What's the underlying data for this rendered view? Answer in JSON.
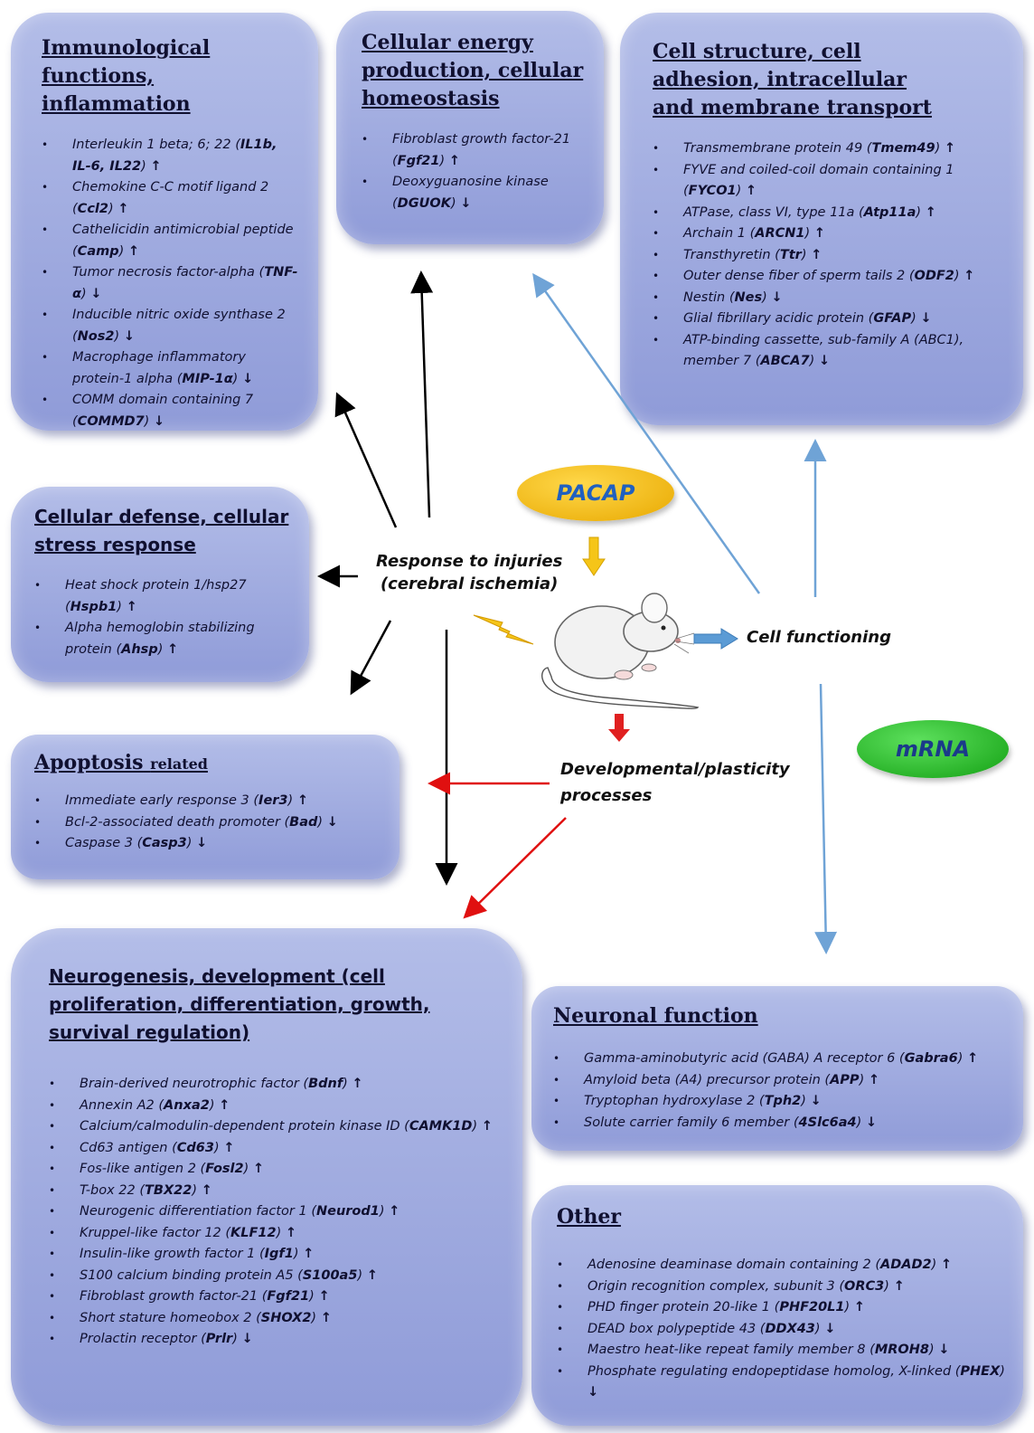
{
  "ovals": {
    "pacap": {
      "text": "PACAP",
      "color": "#f2b500",
      "text_color": "#2060c0"
    },
    "mrna": {
      "text": "mRNA",
      "color": "#1fb81f",
      "text_color": "#1a3a8a"
    }
  },
  "labels": {
    "response": [
      "Response to injuries",
      "(cerebral ischemia)"
    ],
    "cell_functioning": "Cell functioning",
    "developmental": [
      "Developmental/plasticity",
      "processes"
    ]
  },
  "colors": {
    "box_fill": "#9fabe0",
    "arrow_black": "#000000",
    "arrow_blue": "#6fa3d6",
    "arrow_red": "#e01010",
    "arrow_gold": "#f5c518"
  },
  "boxes": {
    "immuno": {
      "title": "Immunological functions, inflammation",
      "items": [
        {
          "text": "Interleukin 1 beta; 6; 22 (",
          "gene": "IL1b, IL-6, IL22",
          "after": ")",
          "dir": "↑"
        },
        {
          "text": "Chemokine C-C motif ligand 2 (",
          "gene": "Ccl2",
          "after": ")",
          "dir": "↑"
        },
        {
          "text": "Cathelicidin antimicrobial peptide (",
          "gene": "Camp",
          "after": ")",
          "dir": "↑"
        },
        {
          "text": "Tumor necrosis factor-alpha (",
          "gene": "TNF-α",
          "after": ")",
          "dir": "↓"
        },
        {
          "text": "Inducible nitric oxide synthase 2 (",
          "gene": "Nos2",
          "after": ")",
          "dir": "↓"
        },
        {
          "text": "Macrophage inflammatory protein-1 alpha (",
          "gene": "MIP-1α",
          "after": ")",
          "dir": "↓"
        },
        {
          "text": "COMM domain containing 7 (",
          "gene": "COMMD7",
          "after": ")",
          "dir": "↓"
        }
      ]
    },
    "energy": {
      "title": "Cellular energy production, cellular homeostasis",
      "items": [
        {
          "text": "Fibroblast growth factor-21 (",
          "gene": "Fgf21",
          "after": ")",
          "dir": "↑"
        },
        {
          "text": "Deoxyguanosine kinase (",
          "gene": "DGUOK",
          "after": ")",
          "dir": "↓"
        }
      ]
    },
    "structure": {
      "title": "Cell structure, cell adhesion, intracellular and membrane transport",
      "items": [
        {
          "text": "Transmembrane protein 49 (",
          "gene": "Tmem49",
          "after": ")",
          "dir": "↑"
        },
        {
          "text": "FYVE and coiled-coil domain containing 1 (",
          "gene": "FYCO1",
          "after": ")",
          "dir": "↑"
        },
        {
          "text": "ATPase, class VI, type 11a (",
          "gene": "Atp11a",
          "after": ")",
          "dir": "↑"
        },
        {
          "text": "Archain 1 (",
          "gene": "ARCN1",
          "after": ")",
          "dir": "↑"
        },
        {
          "text": "Transthyretin (",
          "gene": "Ttr",
          "after": ")",
          "dir": "↑"
        },
        {
          "text": "Outer dense fiber of sperm tails 2 (",
          "gene": "ODF2",
          "after": ")",
          "dir": "↑"
        },
        {
          "text": "Nestin (",
          "gene": "Nes",
          "after": ")",
          "dir": "↓"
        },
        {
          "text": "Glial fibrillary acidic protein (",
          "gene": "GFAP",
          "after": ")",
          "dir": "↓"
        },
        {
          "text": "ATP-binding cassette, sub-family A (ABC1), member 7 (",
          "gene": "ABCA7",
          "after": ")",
          "dir": "↓"
        }
      ]
    },
    "defense": {
      "title": "Cellular defense, cellular stress response",
      "items": [
        {
          "text": "Heat shock protein 1/hsp27 (",
          "gene": "Hspb1",
          "after": ")",
          "dir": "↑"
        },
        {
          "text": "Alpha hemoglobin stabilizing protein (",
          "gene": "Ahsp",
          "after": ")",
          "dir": "↑"
        }
      ]
    },
    "apoptosis": {
      "title": "Apoptosis",
      "title_small": "related",
      "items": [
        {
          "text": "Immediate early response 3 (",
          "gene": "Ier3",
          "after": ")",
          "dir": "↑"
        },
        {
          "text": "Bcl-2-associated death promoter (",
          "gene": "Bad",
          "after": ")",
          "dir": "↓"
        },
        {
          "text": "Caspase 3 (",
          "gene": "Casp3",
          "after": ")",
          "dir": "↓"
        }
      ]
    },
    "neurogenesis": {
      "title": "Neurogenesis, development (cell proliferation, differentiation, growth, survival regulation)",
      "items": [
        {
          "text": "Brain-derived neurotrophic factor (",
          "gene": "Bdnf",
          "after": ")",
          "dir": "↑"
        },
        {
          "text": "Annexin A2 (",
          "gene": "Anxa2",
          "after": ")",
          "dir": "↑"
        },
        {
          "text": "Calcium/calmodulin-dependent protein kinase ID (",
          "gene": "CAMK1D",
          "after": ")",
          "dir": "↑"
        },
        {
          "text": "Cd63 antigen (",
          "gene": "Cd63",
          "after": ")",
          "dir": "↑"
        },
        {
          "text": "Fos-like antigen 2 (",
          "gene": "Fosl2",
          "after": ")",
          "dir": "↑"
        },
        {
          "text": "T-box 22 (",
          "gene": "TBX22",
          "after": ")",
          "dir": "↑"
        },
        {
          "text": "Neurogenic differentiation factor 1 (",
          "gene": "Neurod1",
          "after": ")",
          "dir": "↑"
        },
        {
          "text": "Kruppel-like factor 12 (",
          "gene": "KLF12",
          "after": ")",
          "dir": "↑"
        },
        {
          "text": "Insulin-like growth factor 1 (",
          "gene": "Igf1",
          "after": ")",
          "dir": "↑"
        },
        {
          "text": "S100 calcium binding protein A5 (",
          "gene": "S100a5",
          "after": ")",
          "dir": "↑"
        },
        {
          "text": "Fibroblast growth factor-21 (",
          "gene": "Fgf21",
          "after": ")",
          "dir": "↑"
        },
        {
          "text": "Short stature homeobox 2 (",
          "gene": "SHOX2",
          "after": ")",
          "dir": "↑"
        },
        {
          "text": "Prolactin receptor (",
          "gene": "Prlr",
          "after": ")",
          "dir": "↓"
        }
      ]
    },
    "neuronal": {
      "title": "Neuronal function",
      "items": [
        {
          "text": "Gamma-aminobutyric acid (GABA) A receptor 6 (",
          "gene": "Gabra6",
          "after": ")",
          "dir": "↑"
        },
        {
          "text": "Amyloid beta (A4) precursor protein (",
          "gene": "APP",
          "after": ")",
          "dir": "↑"
        },
        {
          "text": "Tryptophan hydroxylase 2 (",
          "gene": "Tph2",
          "after": ")",
          "dir": "↓"
        },
        {
          "text": "Solute carrier family 6 member (",
          "gene": "4Slc6a4",
          "after": ")",
          "dir": "↓"
        }
      ]
    },
    "other": {
      "title": "Other",
      "items": [
        {
          "text": "Adenosine deaminase domain containing 2 (",
          "gene": "ADAD2",
          "after": ")",
          "dir": "↑"
        },
        {
          "text": "Origin recognition complex, subunit 3 (",
          "gene": "ORC3",
          "after": ")",
          "dir": "↑"
        },
        {
          "text": "PHD finger protein 20-like 1 (",
          "gene": "PHF20L1",
          "after": ")",
          "dir": "↑"
        },
        {
          "text": "DEAD box polypeptide 43 (",
          "gene": "DDX43",
          "after": ")",
          "dir": "↓"
        },
        {
          "text": "Maestro heat-like repeat family member 8 (",
          "gene": "MROH8",
          "after": ")",
          "dir": "↓"
        },
        {
          "text": "Phosphate regulating endopeptidase homolog, X-linked (",
          "gene": "PHEX",
          "after": ")",
          "dir": "↓"
        }
      ]
    }
  }
}
